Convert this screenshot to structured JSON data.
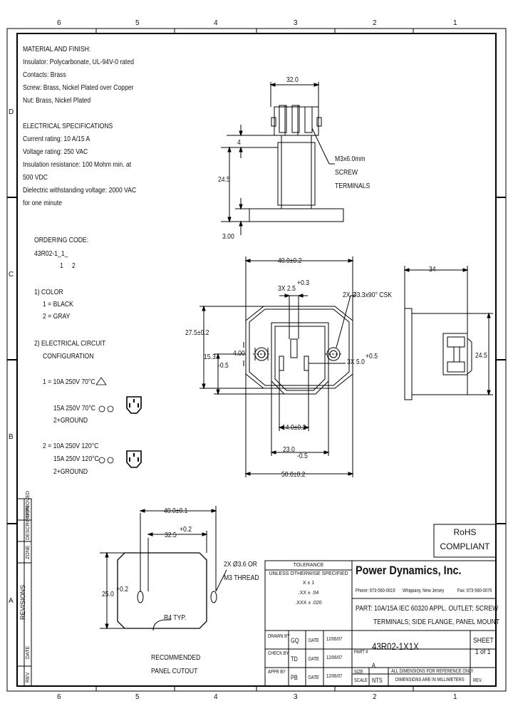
{
  "zones": {
    "top": [
      "6",
      "5",
      "4",
      "3",
      "2",
      "1"
    ],
    "bottom": [
      "6",
      "5",
      "4",
      "3",
      "2",
      "1"
    ],
    "left": [
      "D",
      "C",
      "B",
      "A"
    ]
  },
  "material": {
    "heading": "MATERIAL AND FINISH:",
    "lines": [
      "Insulator: Polycarbonate, UL-94V-0 rated",
      "Contacts: Brass",
      "Screw: Brass, Nickel Plated over Copper",
      "Nut: Brass, Nickel Plated"
    ]
  },
  "electrical": {
    "heading": "ELECTRICAL SPECIFICATIONS",
    "lines": [
      "Current rating: 10 A/15 A",
      "Voltage rating: 250 VAC",
      "Insulation resistance: 100 Mohm min. at",
      "500 VDC",
      "Dielectric withstanding voltage: 2000 VAC",
      "for one minute"
    ]
  },
  "ordering": {
    "heading": "ORDERING CODE:",
    "code": "43R02-1_1_",
    "idx1": "1",
    "idx2": "2",
    "color_title": "1) COLOR",
    "color_1": "1 = BLACK",
    "color_2": "2 = GRAY",
    "circuit_title": "2) ELECTRICAL CIRCUIT",
    "circuit_title2": "CONFIGURATION",
    "c1_a": "1 = 10A 250V 70°C",
    "c1_b": "15A 250V 70°C",
    "c1_c": "2+GROUND",
    "c2_a": "2 = 10A 250V 120°C",
    "c2_b": "15A 250V 120°C",
    "c2_c": "2+GROUND"
  },
  "side_view": {
    "dim_width": "32.0",
    "dim_4": "4",
    "dim_height": "24.5",
    "dim_flange": "3.00",
    "note_1": "M3x6.0mm",
    "note_2": "SCREW",
    "note_3": "TERMINALS"
  },
  "front_view": {
    "dim_top": "40.0±0.2",
    "dim_slot": "3X 2.5",
    "dim_slot_tol": "+0.3",
    "dim_holes": "2X Ø3.3x90° CSK",
    "dim_height": "27.5±0.2",
    "dim_153": "15.3",
    "dim_153_tol": "-0.5",
    "dim_400": "4.00",
    "dim_pin": "3X 5.0",
    "dim_pin_tol": "+0.5",
    "dim_14": "14.0±0.2",
    "dim_23": "23.0",
    "dim_23_tol": "-0.5",
    "dim_50": "50.0±0.2"
  },
  "right_view": {
    "dim_34": "34",
    "dim_245": "24.5"
  },
  "cutout": {
    "dim_40": "40.0±0.1",
    "dim_325": "32.5",
    "dim_325_tol": "+0.2",
    "dim_25": "25.0",
    "dim_25_tol": "+0.2",
    "holes": "2X Ø3.6 OR",
    "holes2": "M3 THREAD",
    "radius": "R4 TYP.",
    "caption_1": "RECOMMENDED",
    "caption_2": "PANEL CUTOUT"
  },
  "rohs": {
    "line1": "RoHS",
    "line2": "COMPLIANT"
  },
  "revisions": {
    "title": "REVISIONS",
    "zone": "ZONE",
    "rev": "REV",
    "desc": "DESCRIPTION",
    "date": "DATE",
    "approved": "APPROVED"
  },
  "tolerance": {
    "title": "TOLERANCE",
    "subtitle": "UNLESS OTHERWISE SPECIFIED",
    "r1": "X ± 1",
    "r2": ".XX ± .04",
    "r3": ".XXX ± .020"
  },
  "company": {
    "name": "Power Dynamics, Inc.",
    "phone": "Phone: 973-560-0019",
    "city": "Whippany, New Jersey",
    "fax": "Fax: 973-560-0076"
  },
  "part": {
    "line1": "PART: 10A/15A  IEC 60320 APPL. OUTLET; SCREW",
    "line2": "TERMINALS; SIDE FLANGE, PANEL MOUNT"
  },
  "titleblock": {
    "drawn_lbl": "DRAWN BY",
    "drawn": "GQ",
    "drawn_date_lbl": "DATE",
    "drawn_date": "12/06/07",
    "check_lbl": "CHECK BY",
    "check": "TD",
    "check_date_lbl": "DATE",
    "check_date": "12/06/07",
    "appr_lbl": "APPR BY",
    "appr": "PB",
    "appr_date_lbl": "DATE",
    "appr_date": "12/06/07",
    "part_no_lbl": "PART #",
    "part_no": "43R02-1X1X",
    "size_lbl": "SIZE",
    "size": "A",
    "scale_lbl": "SCALE",
    "scale": "NTS",
    "note1": "ALL DIMENSIONS FOR REFERENCE ONLY",
    "note2": "DIMENSIONS ARE IN MILLIMETERS",
    "sheet_lbl": "SHEET",
    "sheet": "1 of 1",
    "rev_lbl": "REV."
  }
}
